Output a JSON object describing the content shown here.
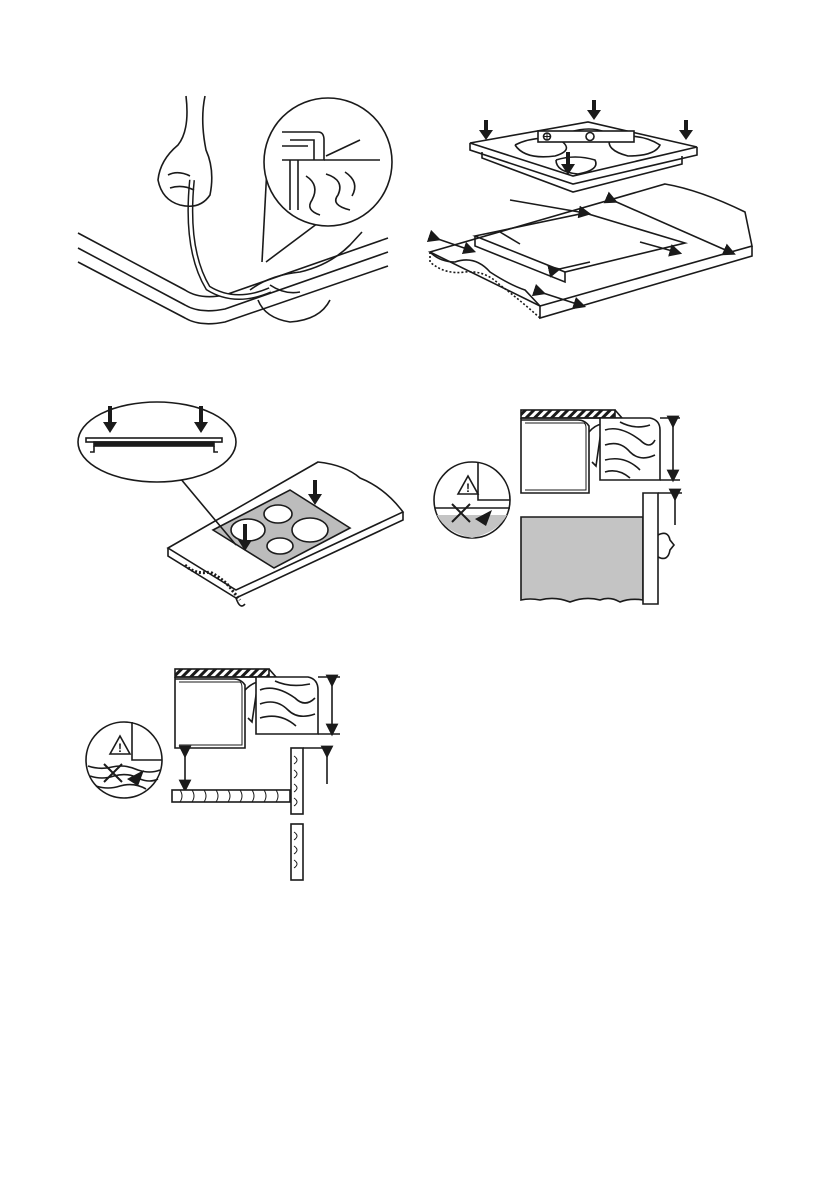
{
  "page": {
    "background": "#ffffff",
    "ink": "#1a1a1a",
    "fill_grey": "#bcbcbc",
    "cabinet_grey": "#c4c4c4"
  },
  "figures": [
    {
      "id": "fig-seal-application",
      "description_icons": [
        "hand-icon",
        "hand-icon",
        "magnifier-icon"
      ]
    },
    {
      "id": "fig-hob-placement",
      "description_icons": [
        "spirit-level-icon",
        "down-arrow-icon"
      ]
    },
    {
      "id": "fig-hob-press",
      "description_icons": [
        "down-arrow-icon",
        "magnifier-icon"
      ]
    },
    {
      "id": "fig-cabinet-clearance-oven",
      "description_icons": [
        "warning-triangle-icon",
        "cross-icon"
      ]
    },
    {
      "id": "fig-cabinet-clearance-shelf",
      "description_icons": [
        "warning-triangle-icon",
        "cross-icon"
      ]
    }
  ],
  "warning_glyph": "!"
}
